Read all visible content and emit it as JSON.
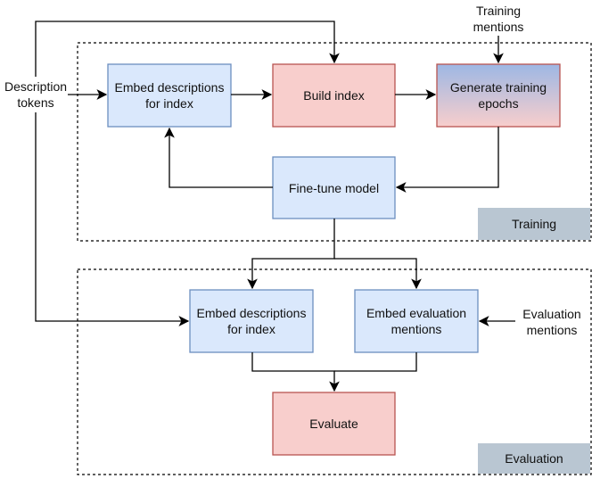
{
  "inputs": {
    "description_tokens": "Description tokens",
    "training_mentions": "Training mentions",
    "evaluation_mentions": "Evaluation mentions"
  },
  "regions": {
    "training": "Training",
    "evaluation": "Evaluation"
  },
  "nodes": {
    "embed_train": "Embed descriptions for index",
    "build_index": "Build index",
    "generate_epochs": "Generate training epochs",
    "fine_tune": "Fine-tune model",
    "embed_eval_desc": "Embed descriptions for index",
    "embed_eval_mentions": "Embed evaluation mentions",
    "evaluate": "Evaluate"
  },
  "colors": {
    "blue_fill": "#dae8fc",
    "blue_stroke": "#6c8ebf",
    "red_fill": "#f8cecc",
    "red_stroke": "#b85450",
    "gradient_top": "#9db7e4",
    "region_tag": "#b9c6d2"
  }
}
